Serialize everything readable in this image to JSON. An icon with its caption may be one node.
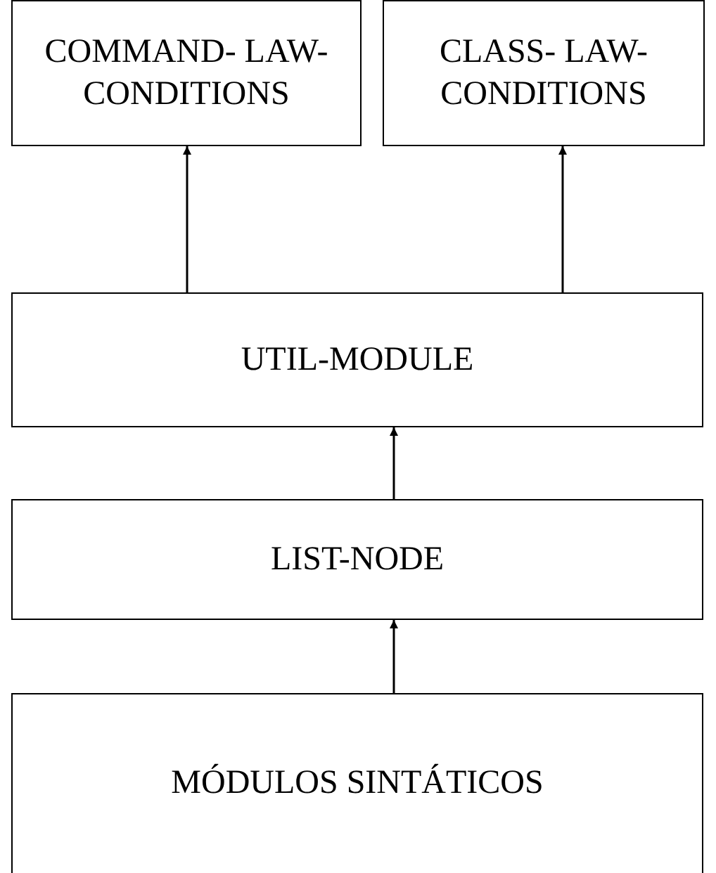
{
  "diagram": {
    "nodes": [
      {
        "text": [
          "COMMAND- LAW- CONDITIONS"
        ]
      },
      {
        "text": [
          "CLASS- LAW- CONDITIONS"
        ]
      },
      {
        "text": [
          "UTIL-MODULE"
        ]
      },
      {
        "text": [
          "LIST-NODE"
        ]
      },
      {
        "text": [
          "MÓDULOS SINTÁTICOS"
        ]
      }
    ],
    "edges": [
      {
        "from": 2,
        "to": 0,
        "arrow": "to"
      },
      {
        "from": 2,
        "to": 1,
        "arrow": "to"
      },
      {
        "from": 3,
        "to": 2,
        "arrow": "to"
      },
      {
        "from": 4,
        "to": 3,
        "arrow": "to"
      }
    ]
  }
}
